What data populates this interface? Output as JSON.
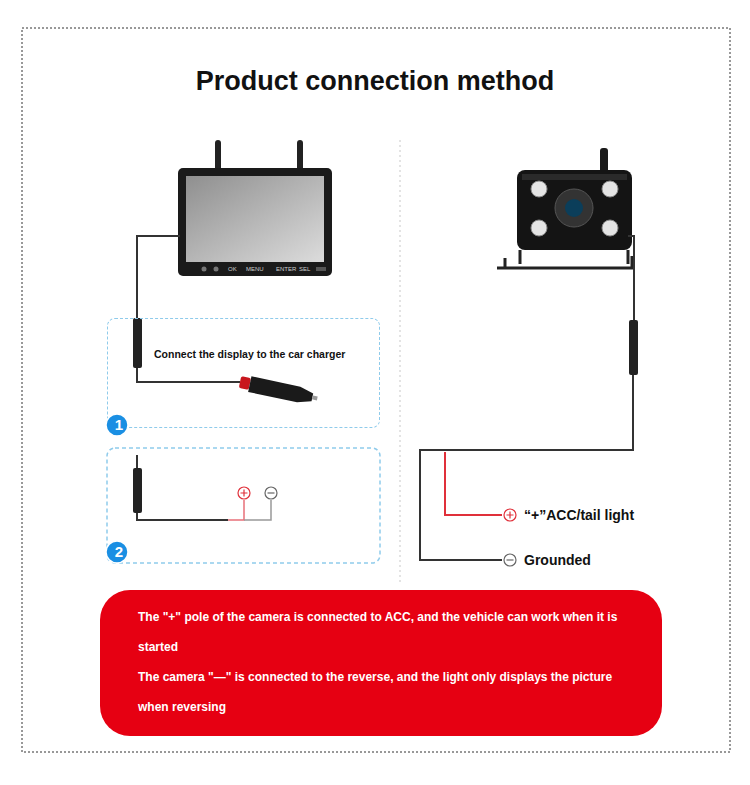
{
  "diagram": {
    "title": "Product connection method",
    "nodes": [
      {
        "text": [
          "Connect the display to the car charger"
        ]
      },
      {
        "text": [
          "1"
        ]
      },
      {
        "text": [
          "2"
        ]
      },
      {
        "text": [
          "The \"+\" pole of the camera is connected to ACC, and the vehicle can work when it is started",
          "The camera \"—\" is connected to the reverse, and the light only displays the picture when reversing"
        ]
      }
    ],
    "labels": [
      "OK",
      "MENU",
      "ENTER",
      "SEL",
      "“+”ACC/tail light",
      "Grounded"
    ]
  }
}
